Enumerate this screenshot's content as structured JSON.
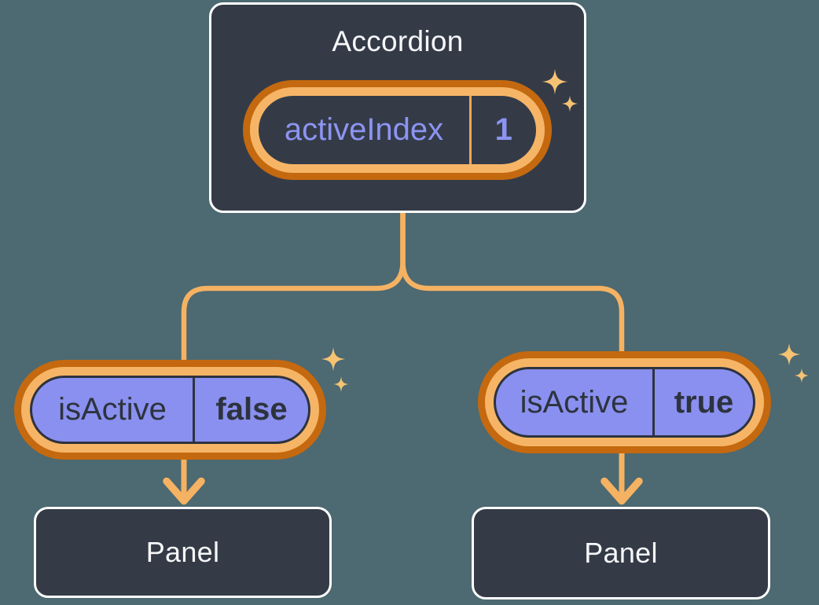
{
  "colors": {
    "background": "#4D6971",
    "card_background": "#343B47",
    "card_border": "#FFFFFF",
    "ring_outer_orange": "#C4690F",
    "ring_inner_orange": "#F6B566",
    "connector_orange": "#F5B262",
    "sparkle_orange": "#F6C372",
    "state_text_purple": "#8C94F2",
    "prop_fill_purple": "#8A90EF",
    "dark_text_navy": "#2D333E"
  },
  "accordion": {
    "title": "Accordion",
    "state": {
      "name": "activeIndex",
      "value": "1"
    }
  },
  "children": [
    {
      "prop": {
        "name": "isActive",
        "value": "false"
      },
      "panel_title": "Panel"
    },
    {
      "prop": {
        "name": "isActive",
        "value": "true"
      },
      "panel_title": "Panel"
    }
  ]
}
